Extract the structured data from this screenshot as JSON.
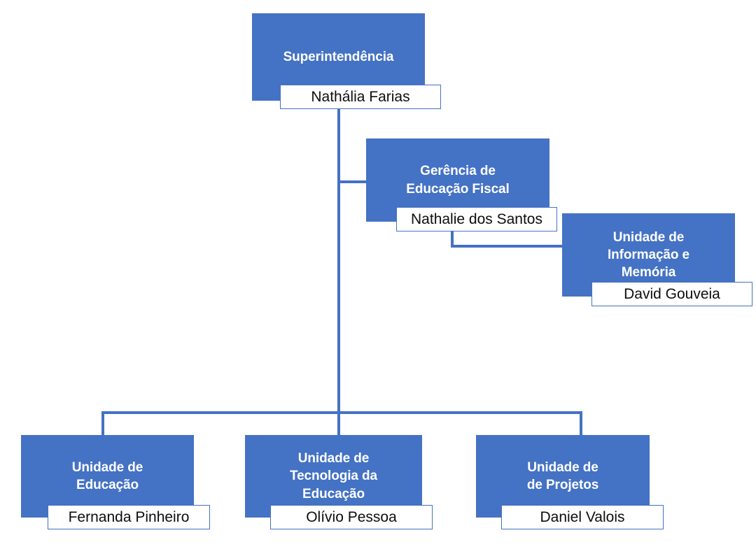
{
  "chart_data": {
    "type": "diagram",
    "diagram_kind": "organizational-chart",
    "title": "",
    "language": "pt-BR",
    "colors": {
      "node_fill": "#4472C4",
      "node_text": "#FFFFFF",
      "label_fill": "#FFFFFF",
      "label_border": "#4472C4",
      "label_text": "#0D0D0D",
      "connector": "#4472C4",
      "background": "#FFFFFF"
    },
    "nodes": [
      {
        "id": "superintendencia",
        "title": "Superintendência",
        "person": "Nathália Farias",
        "level": 0,
        "parent": null
      },
      {
        "id": "gerencia-educacao-fiscal",
        "title": "Gerência de\nEducação Fiscal",
        "person": "Nathalie dos Santos",
        "level": 1,
        "parent": "superintendencia"
      },
      {
        "id": "unidade-informacao-memoria",
        "title": "Unidade de\nInformação e\nMemória",
        "person": "David Gouveia",
        "level": 2,
        "parent": "gerencia-educacao-fiscal"
      },
      {
        "id": "unidade-educacao",
        "title": "Unidade de\nEducação",
        "person": "Fernanda Pinheiro",
        "level": 1,
        "parent": "superintendencia"
      },
      {
        "id": "unidade-tecnologia-educacao",
        "title": "Unidade de\nTecnologia da\nEducação",
        "person": "Olívio Pessoa",
        "level": 1,
        "parent": "superintendencia"
      },
      {
        "id": "unidade-projetos",
        "title": "Unidade de\nde Projetos",
        "person": "Daniel Valois",
        "level": 1,
        "parent": "superintendencia"
      }
    ],
    "edges": [
      {
        "from": "superintendencia",
        "to": "gerencia-educacao-fiscal"
      },
      {
        "from": "gerencia-educacao-fiscal",
        "to": "unidade-informacao-memoria"
      },
      {
        "from": "superintendencia",
        "to": "unidade-educacao"
      },
      {
        "from": "superintendencia",
        "to": "unidade-tecnologia-educacao"
      },
      {
        "from": "superintendencia",
        "to": "unidade-projetos"
      }
    ]
  }
}
